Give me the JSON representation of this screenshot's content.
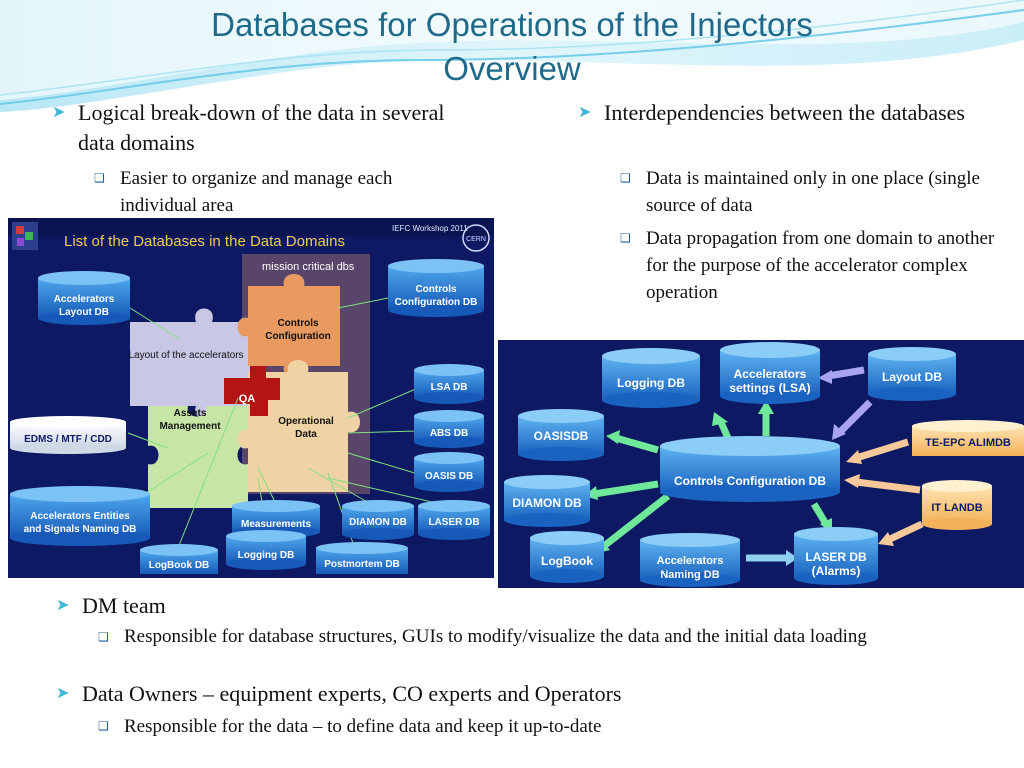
{
  "title": {
    "line1": "Databases for Operations of the Injectors",
    "line2": "Overview"
  },
  "left": {
    "bullet": "Logical break-down of the data in several data domains",
    "sub": "Easier to organize and manage each individual area"
  },
  "right": {
    "bullet": "Interdependencies between the databases",
    "sub1": "Data is maintained only in one place (single source of data",
    "sub2": "Data propagation from one domain to another for the purpose of the accelerator complex operation"
  },
  "figure_left": {
    "header": "IEFC Workshop 2011",
    "heading": "List of the Databases in the Data Domains",
    "mission": "mission critical dbs",
    "cern_logo": "CERN",
    "cylinders": {
      "accel_layout": [
        "Accelerators",
        "Layout DB"
      ],
      "controls_config": [
        "Controls",
        "Configuration DB"
      ],
      "lsa": "LSA DB",
      "abs": "ABS DB",
      "oasis": "OASIS DB",
      "edms": "EDMS / MTF / CDD",
      "entities": [
        "Accelerators Entities",
        "and Signals Naming DB"
      ],
      "measurements": "Measurements",
      "diamon": "DIAMON DB",
      "laser": "LASER DB",
      "logging": "Logging DB",
      "logbook": "LogBook DB",
      "postmortem": "Postmortem DB"
    },
    "puzzle": {
      "layout": "Layout of the accelerators",
      "controls": [
        "Controls",
        "Configuration"
      ],
      "qa": "QA",
      "assets": [
        "Assets",
        "Management"
      ],
      "operational": [
        "Operational",
        "Data"
      ]
    }
  },
  "figure_right": {
    "logging": "Logging DB",
    "settings": [
      "Accelerators",
      "settings (LSA)"
    ],
    "layout": "Layout DB",
    "oasis": "OASISDB",
    "te_epc": "TE-EPC ALIMDB",
    "ccdb": "Controls Configuration DB",
    "diamon": "DIAMON DB",
    "it_landb": "IT LANDB",
    "logbook": "LogBook",
    "naming": [
      "Accelerators",
      "Naming DB"
    ],
    "laser": [
      "LASER DB",
      "(Alarms)"
    ]
  },
  "bottom": {
    "b1": "DM team",
    "s1": "Responsible for database structures, GUIs to modify/visualize the data and the initial data loading",
    "b2": "Data Owners – equipment experts, CO experts and Operators",
    "s2": "Responsible for the data – to define data and keep it up-to-date"
  },
  "colors": {
    "title": "#1f6a8a",
    "bullet_marker": "#41b6d8",
    "sub_marker": "#1f5fa0",
    "fig_bg": "#0d1a63"
  }
}
